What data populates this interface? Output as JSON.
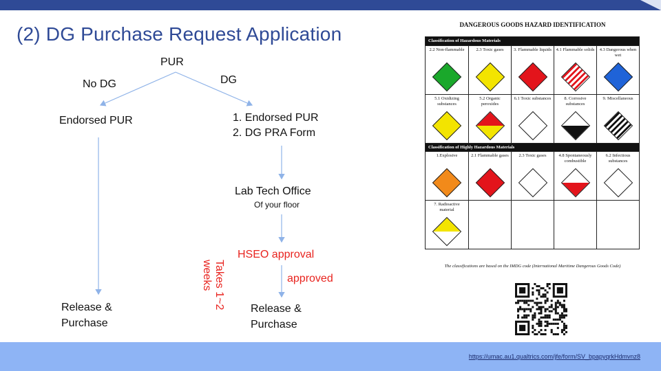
{
  "slide": {
    "title": "(2) DG Purchase Request Application"
  },
  "flow": {
    "root": "PUR",
    "branch_no": "No DG",
    "branch_yes": "DG",
    "left": {
      "step1": "Endorsed PUR",
      "end_line1": "Release &",
      "end_line2": "Purchase"
    },
    "right": {
      "step1_line1": "1. Endorsed PUR",
      "step1_line2": "2. DG PRA Form",
      "step2": "Lab Tech Office",
      "step2_sub": "Of your floor",
      "step3": "HSEO approval",
      "approved": "approved",
      "takes": "Takes 1~2 weeks",
      "end_line1": "Release &",
      "end_line2": "Purchase"
    }
  },
  "dg_chart": {
    "heading": "DANGEROUS GOODS HAZARD IDENTIFICATION",
    "section1": "Classification of Hazardous Materials",
    "section2": "Classification of Highly Hazardous Materials",
    "rows1": [
      [
        {
          "label": "2.2 Non-flammable",
          "color": "#1aa82b"
        },
        {
          "label": "2.3 Toxic gases",
          "color": "#f3e400"
        },
        {
          "label": "3. Flammable liquids",
          "color": "#e3141b"
        },
        {
          "label": "4.1 Flammable solids",
          "color": "stripes"
        },
        {
          "label": "4.3 Dangerous when wet",
          "color": "#1f63d8"
        }
      ],
      [
        {
          "label": "5.1 Oxidizing substances",
          "color": "#f3e400"
        },
        {
          "label": "5.2 Organic peroxides",
          "color": "split"
        },
        {
          "label": "6.1 Toxic substances",
          "color": "#ffffff"
        },
        {
          "label": "8. Corrosive substances",
          "color": "bw"
        },
        {
          "label": "9. Miscellaneous",
          "color": "stripes-bw"
        }
      ]
    ],
    "rows2": [
      [
        {
          "label": "1.Explosive",
          "color": "#f28a1a"
        },
        {
          "label": "2.1 Flammable gases",
          "color": "#e3141b"
        },
        {
          "label": "2.3 Toxic gases",
          "color": "#ffffff"
        },
        {
          "label": "4.8 Spontaneously combustible",
          "color": "half-red"
        },
        {
          "label": "6.2 Infectious substances",
          "color": "#ffffff"
        }
      ],
      [
        {
          "label": "7. Radioactive material",
          "color": "yellow-white"
        },
        {
          "label": "",
          "color": ""
        },
        {
          "label": "",
          "color": ""
        },
        {
          "label": "",
          "color": ""
        },
        {
          "label": "",
          "color": ""
        }
      ]
    ],
    "footnote": "The classifications are based on the IMDG code (International Maritime Dangerous Goods Code)"
  },
  "footer": {
    "url": "https://umac.au1.qualtrics.com/jfe/form/SV_bpapyqrkHdmvnz8"
  }
}
